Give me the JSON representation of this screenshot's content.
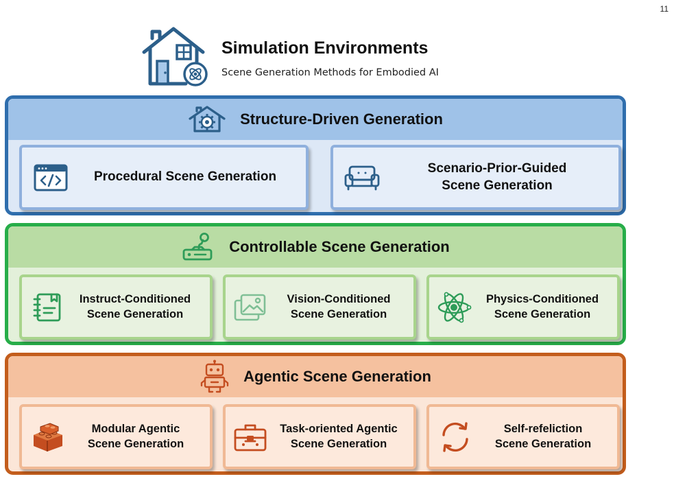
{
  "page_number": "11",
  "header": {
    "title": "Simulation Environments",
    "subtitle": "Scene Generation Methods for Embodied AI",
    "icon": "house-with-atom-icon"
  },
  "colors": {
    "structure_border": "#2f6ead",
    "controllable_border": "#27ad49",
    "agentic_border": "#c35d1c",
    "icon_blue": "#2c5f8a",
    "icon_green": "#2e9c58",
    "icon_orange": "#c44d20"
  },
  "sections": [
    {
      "title": "Structure-Driven Generation",
      "icon": "house-gear-icon",
      "cards": [
        {
          "lines": [
            "Procedural Scene Generation"
          ],
          "icon": "code-window-icon"
        },
        {
          "lines": [
            "Scenario-Prior-Guided",
            "Scene Generation"
          ],
          "icon": "sofa-icon"
        }
      ]
    },
    {
      "title": "Controllable Scene Generation",
      "icon": "joystick-icon",
      "cards": [
        {
          "lines": [
            "Instruct-Conditioned",
            "Scene Generation"
          ],
          "icon": "notebook-icon"
        },
        {
          "lines": [
            "Vision-Conditioned",
            "Scene Generation"
          ],
          "icon": "image-gallery-icon"
        },
        {
          "lines": [
            "Physics-Conditioned",
            "Scene Generation"
          ],
          "icon": "atom-icon"
        }
      ]
    },
    {
      "title": "Agentic Scene Generation",
      "icon": "robot-icon",
      "cards": [
        {
          "lines": [
            "Modular Agentic",
            "Scene Generation"
          ],
          "icon": "building-blocks-icon"
        },
        {
          "lines": [
            "Task-oriented Agentic",
            "Scene Generation"
          ],
          "icon": "toolbox-icon"
        },
        {
          "lines": [
            "Self-refeliction",
            "Scene Generation"
          ],
          "icon": "refresh-cycle-icon"
        }
      ]
    }
  ]
}
